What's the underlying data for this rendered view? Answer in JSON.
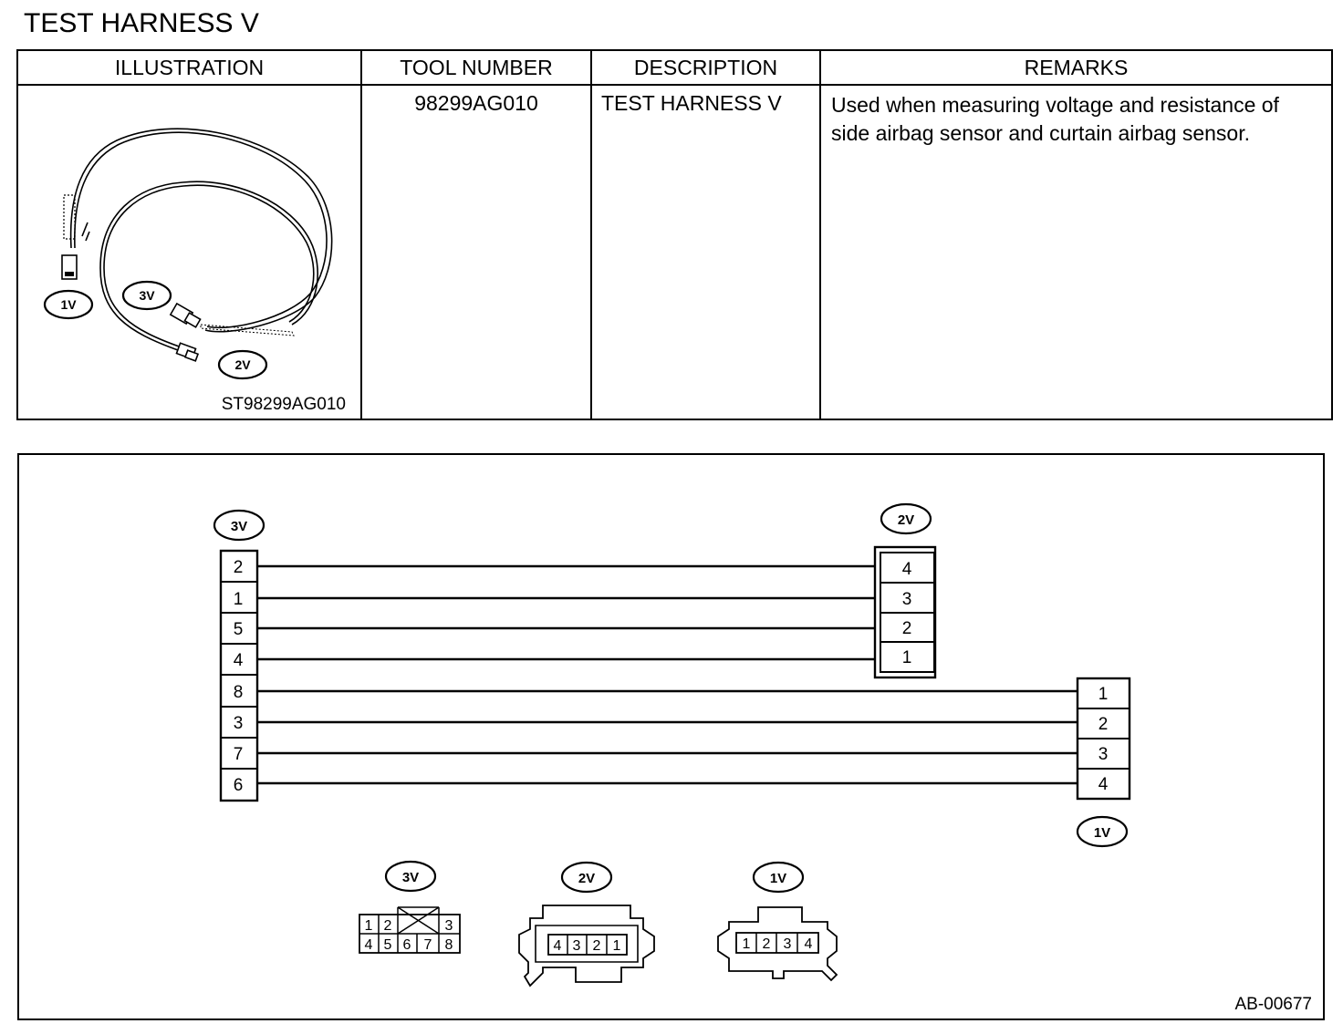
{
  "page_title": "TEST HARNESS V",
  "table": {
    "headers": [
      "ILLUSTRATION",
      "TOOL NUMBER",
      "DESCRIPTION",
      "REMARKS"
    ],
    "row": {
      "tool_number": "98299AG010",
      "description": "TEST HARNESS V",
      "remarks": "Used when measuring voltage and resistance of side airbag sensor and curtain airbag sensor.",
      "illustration_code": "ST98299AG010",
      "illustration_labels": [
        "1V",
        "3V",
        "2V"
      ]
    }
  },
  "wiring": {
    "connector_3v_label": "3V",
    "connector_2v_label": "2V",
    "connector_1v_label": "1V",
    "pins_3v": [
      "2",
      "1",
      "5",
      "4",
      "8",
      "3",
      "7",
      "6"
    ],
    "pins_2v": [
      "4",
      "3",
      "2",
      "1"
    ],
    "pins_1v": [
      "1",
      "2",
      "3",
      "4"
    ]
  },
  "connector_faces": {
    "face_3v": {
      "label": "3V",
      "top_row": [
        "1",
        "2",
        "3"
      ],
      "bottom_row": [
        "4",
        "5",
        "6",
        "7",
        "8"
      ]
    },
    "face_2v": {
      "label": "2V",
      "pins": [
        "4",
        "3",
        "2",
        "1"
      ]
    },
    "face_1v": {
      "label": "1V",
      "pins": [
        "1",
        "2",
        "3",
        "4"
      ]
    }
  },
  "document_code": "AB-00677"
}
